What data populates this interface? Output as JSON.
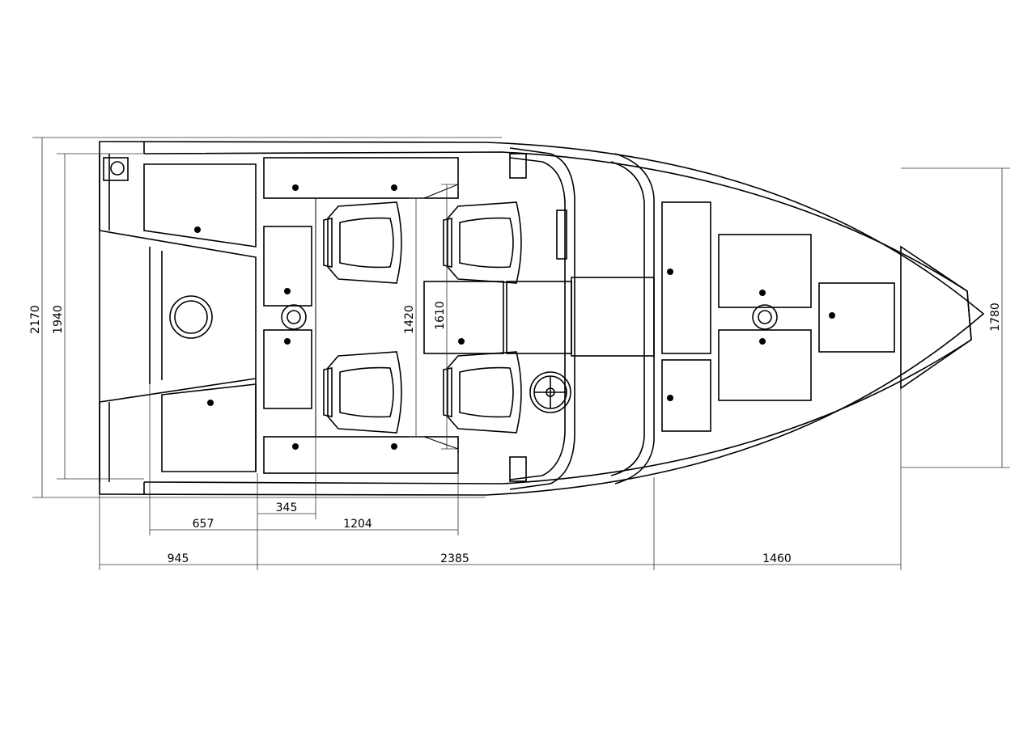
{
  "drawing": {
    "title": "Boat layout plan view",
    "dimensions": {
      "overall_width": "2170",
      "inner_width": "1940",
      "seat_span": "1420",
      "cockpit_width": "1610",
      "bow_width": "1780",
      "stern_well": "657",
      "seat_offset": "345",
      "cockpit_length": "1204",
      "stern_section": "945",
      "mid_section": "2385",
      "bow_section": "1460"
    }
  }
}
